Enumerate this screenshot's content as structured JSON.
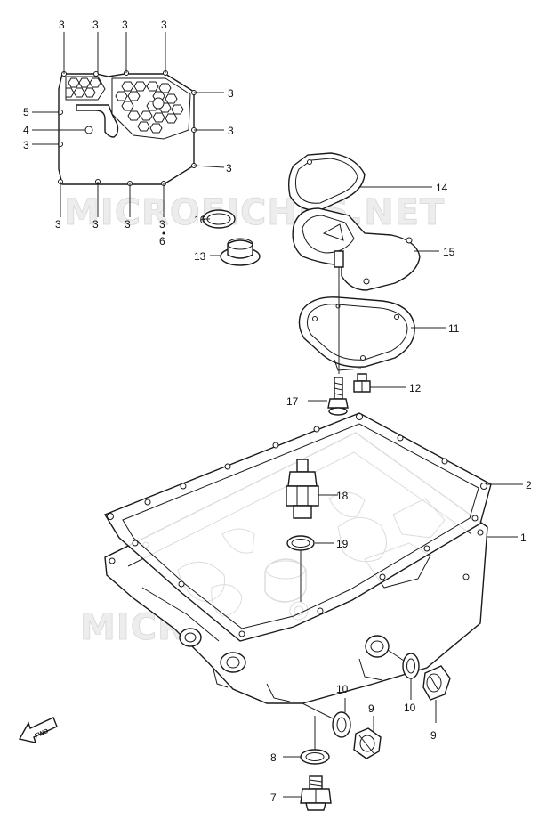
{
  "watermark": "MICROFICHES.NET",
  "callouts": [
    {
      "id": "c3a",
      "text": "3"
    },
    {
      "id": "c3b",
      "text": "3"
    },
    {
      "id": "c3c",
      "text": "3"
    },
    {
      "id": "c3d",
      "text": "3"
    },
    {
      "id": "c3e",
      "text": "3"
    },
    {
      "id": "c3f",
      "text": "3"
    },
    {
      "id": "c3g",
      "text": "3"
    },
    {
      "id": "c3h",
      "text": "3"
    },
    {
      "id": "c3i",
      "text": "3"
    },
    {
      "id": "c3j",
      "text": "3"
    },
    {
      "id": "c3k",
      "text": "3"
    },
    {
      "id": "c3l",
      "text": "3"
    },
    {
      "id": "c5",
      "text": "5"
    },
    {
      "id": "c4",
      "text": "4"
    },
    {
      "id": "c6",
      "text": "6"
    },
    {
      "id": "c14",
      "text": "14"
    },
    {
      "id": "c16",
      "text": "16"
    },
    {
      "id": "c13",
      "text": "13"
    },
    {
      "id": "c15",
      "text": "15"
    },
    {
      "id": "c11",
      "text": "11"
    },
    {
      "id": "c17",
      "text": "17"
    },
    {
      "id": "c12",
      "text": "12"
    },
    {
      "id": "c2",
      "text": "2"
    },
    {
      "id": "c18",
      "text": "18"
    },
    {
      "id": "c1",
      "text": "1"
    },
    {
      "id": "c19",
      "text": "19"
    },
    {
      "id": "c10a",
      "text": "10"
    },
    {
      "id": "c10b",
      "text": "10"
    },
    {
      "id": "c9a",
      "text": "9"
    },
    {
      "id": "c9b",
      "text": "9"
    },
    {
      "id": "c8",
      "text": "8"
    },
    {
      "id": "c7",
      "text": "7"
    }
  ],
  "fwd_label": "FWD"
}
